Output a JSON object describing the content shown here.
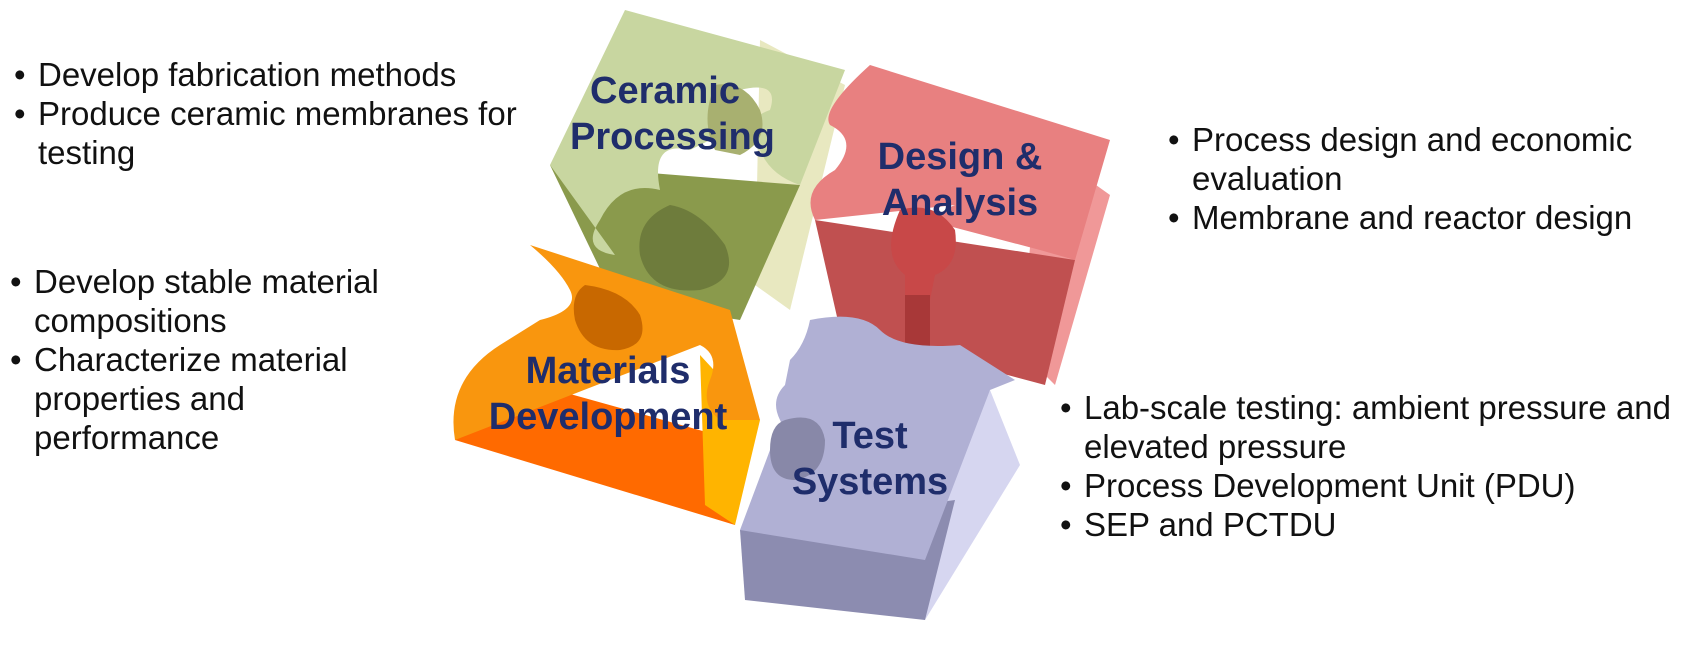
{
  "diagram": {
    "pieces": [
      {
        "id": "ceramic",
        "label_lines": [
          "Ceramic",
          "Processing"
        ],
        "colors": {
          "top": "#c8d6a0",
          "side": "#8a9a4c",
          "right": "#e8e8c0"
        }
      },
      {
        "id": "design",
        "label_lines": [
          "Design &",
          "Analysis"
        ],
        "colors": {
          "top": "#e88080",
          "side": "#c05050",
          "right": "#f09898"
        }
      },
      {
        "id": "materials",
        "label_lines": [
          "Materials",
          "Development"
        ],
        "colors": {
          "top": "#f9960e",
          "side": "#ff6a00",
          "right": "#ffb400"
        }
      },
      {
        "id": "test",
        "label_lines": [
          "Test",
          "Systems"
        ],
        "colors": {
          "top": "#b0b0d4",
          "side": "#8c8cb0",
          "right": "#d6d6f0"
        }
      }
    ],
    "label_color": "#1f2d6b"
  },
  "bullets": {
    "ceramic": [
      "Develop fabrication methods",
      "Produce ceramic membranes for testing"
    ],
    "materials": [
      "Develop stable material compositions",
      "Characterize material properties and performance"
    ],
    "design": [
      "Process design and economic evaluation",
      "Membrane and reactor design"
    ],
    "test": [
      "Lab-scale testing:  ambient pressure and elevated pressure",
      "Process Development Unit (PDU)",
      "SEP and PCTDU"
    ]
  }
}
